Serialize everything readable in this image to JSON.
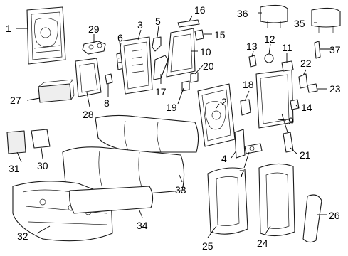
{
  "diagram": {
    "callouts": [
      "1",
      "2",
      "3",
      "4",
      "5",
      "6",
      "7",
      "8",
      "9",
      "10",
      "11",
      "12",
      "13",
      "14",
      "15",
      "16",
      "17",
      "18",
      "19",
      "20",
      "21",
      "22",
      "23",
      "24",
      "25",
      "26",
      "27",
      "28",
      "29",
      "30",
      "31",
      "32",
      "33",
      "34",
      "35",
      "36",
      "37"
    ]
  }
}
